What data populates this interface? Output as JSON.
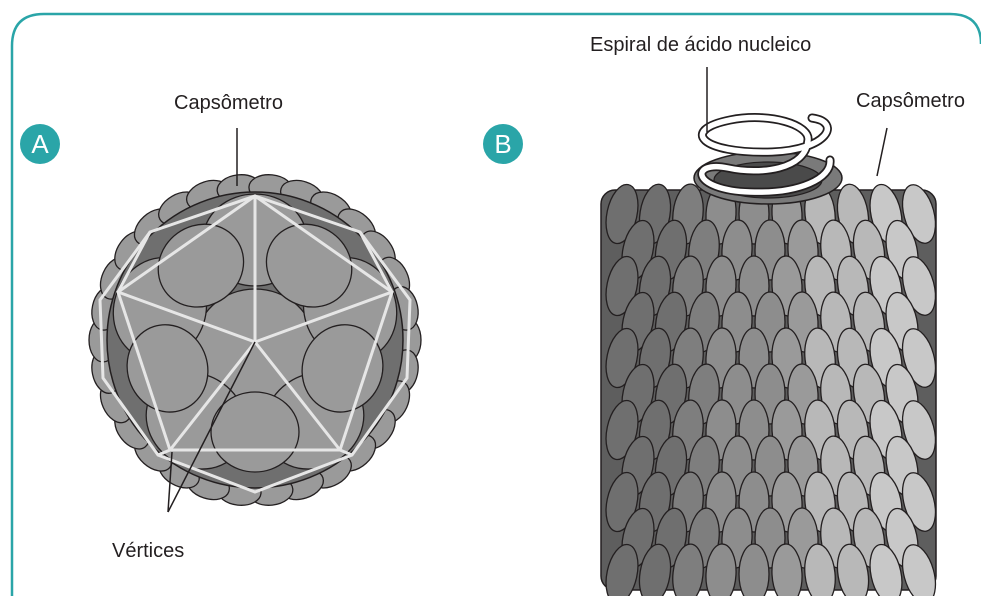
{
  "panel_a": {
    "badge": "A",
    "top_label": "Capsômetro",
    "bottom_label": "Vértices"
  },
  "panel_b": {
    "badge": "B",
    "top_label": "Espiral de ácido nucleico",
    "side_label": "Capsômetro"
  },
  "colors": {
    "accent": "#2aa5a8",
    "border": "#2aa5a8",
    "capsomer_light": "#bdbdbd",
    "capsomer_mid": "#9a9a9a",
    "capsomer_dark": "#6f6f6f",
    "edge_lines": "#e6e6e6"
  }
}
